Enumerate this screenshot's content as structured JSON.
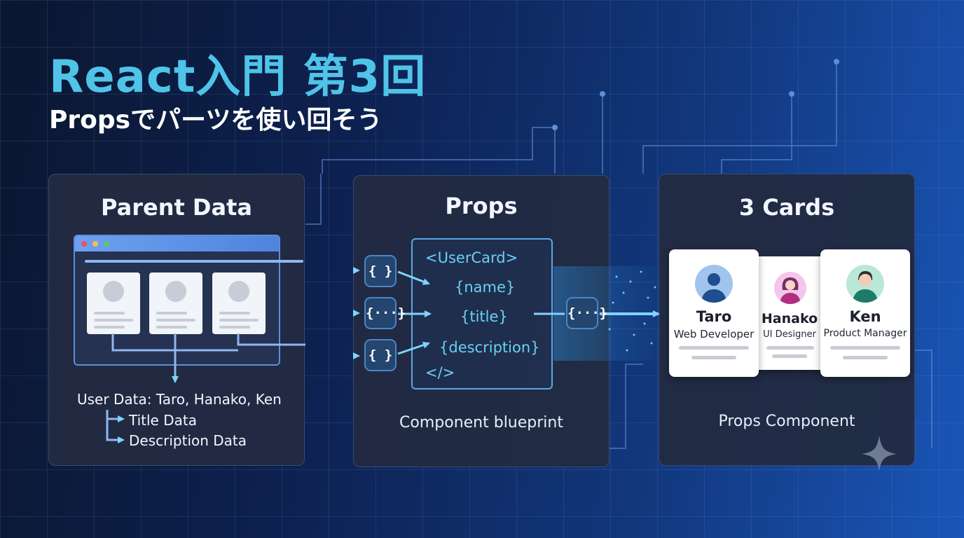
{
  "header": {
    "title": "React入門 第3回",
    "subtitle": "Propsでパーツを使い回そう"
  },
  "parent_panel": {
    "title": "Parent Data",
    "user_data": "User Data: Taro, Hanako, Ken",
    "title_data": "Title Data",
    "description_data": "Description Data"
  },
  "props_panel": {
    "title": "Props",
    "code": [
      "<UserCard>",
      "{name}",
      "{title}",
      "{description}",
      "</>"
    ],
    "caption": "Component blueprint",
    "chip_braces": "{ }",
    "chip_dots": "{···}"
  },
  "cards_panel": {
    "title": "3 Cards",
    "caption": "Props Component",
    "cards": [
      {
        "name": "Taro",
        "role": "Web Developer"
      },
      {
        "name": "Hanako",
        "role": "UI Designer"
      },
      {
        "name": "Ken",
        "role": "Product Manager"
      }
    ]
  },
  "colors": {
    "accent": "#4fc3e8",
    "arrow": "#5fc6f5",
    "panel": "#222b42",
    "background": "#0d2150"
  },
  "icons": [
    "sparkle-icon",
    "user-avatar-icon",
    "arrow-icon",
    "browser-window-icon"
  ]
}
